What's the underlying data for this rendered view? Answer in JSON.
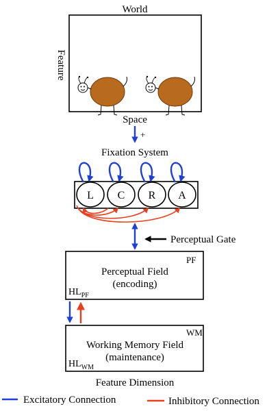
{
  "world": {
    "title": "World",
    "feature_axis": "Feature",
    "space_axis": "Space"
  },
  "fixation": {
    "plus_sign": "+",
    "title": "Fixation System",
    "nodes": [
      "L",
      "C",
      "R",
      "A"
    ]
  },
  "gate": {
    "label": "Perceptual Gate"
  },
  "perceptual_field": {
    "tag": "PF",
    "line1": "Perceptual Field",
    "line2": "(encoding)",
    "hl_base": "HL",
    "hl_sub": "PF"
  },
  "working_memory": {
    "tag": "WM",
    "line1": "Working Memory Field",
    "line2": "(maintenance)",
    "hl_base": "HL",
    "hl_sub": "WM"
  },
  "feature_dimension": "Feature Dimension",
  "legend": {
    "excitatory": "Excitatory Connection",
    "inhibitory": "Inhibitory Connection"
  },
  "colors": {
    "excitatory": "#1f3fd6",
    "inhibitory": "#e8401e",
    "bug_body": "#b86a1f"
  }
}
